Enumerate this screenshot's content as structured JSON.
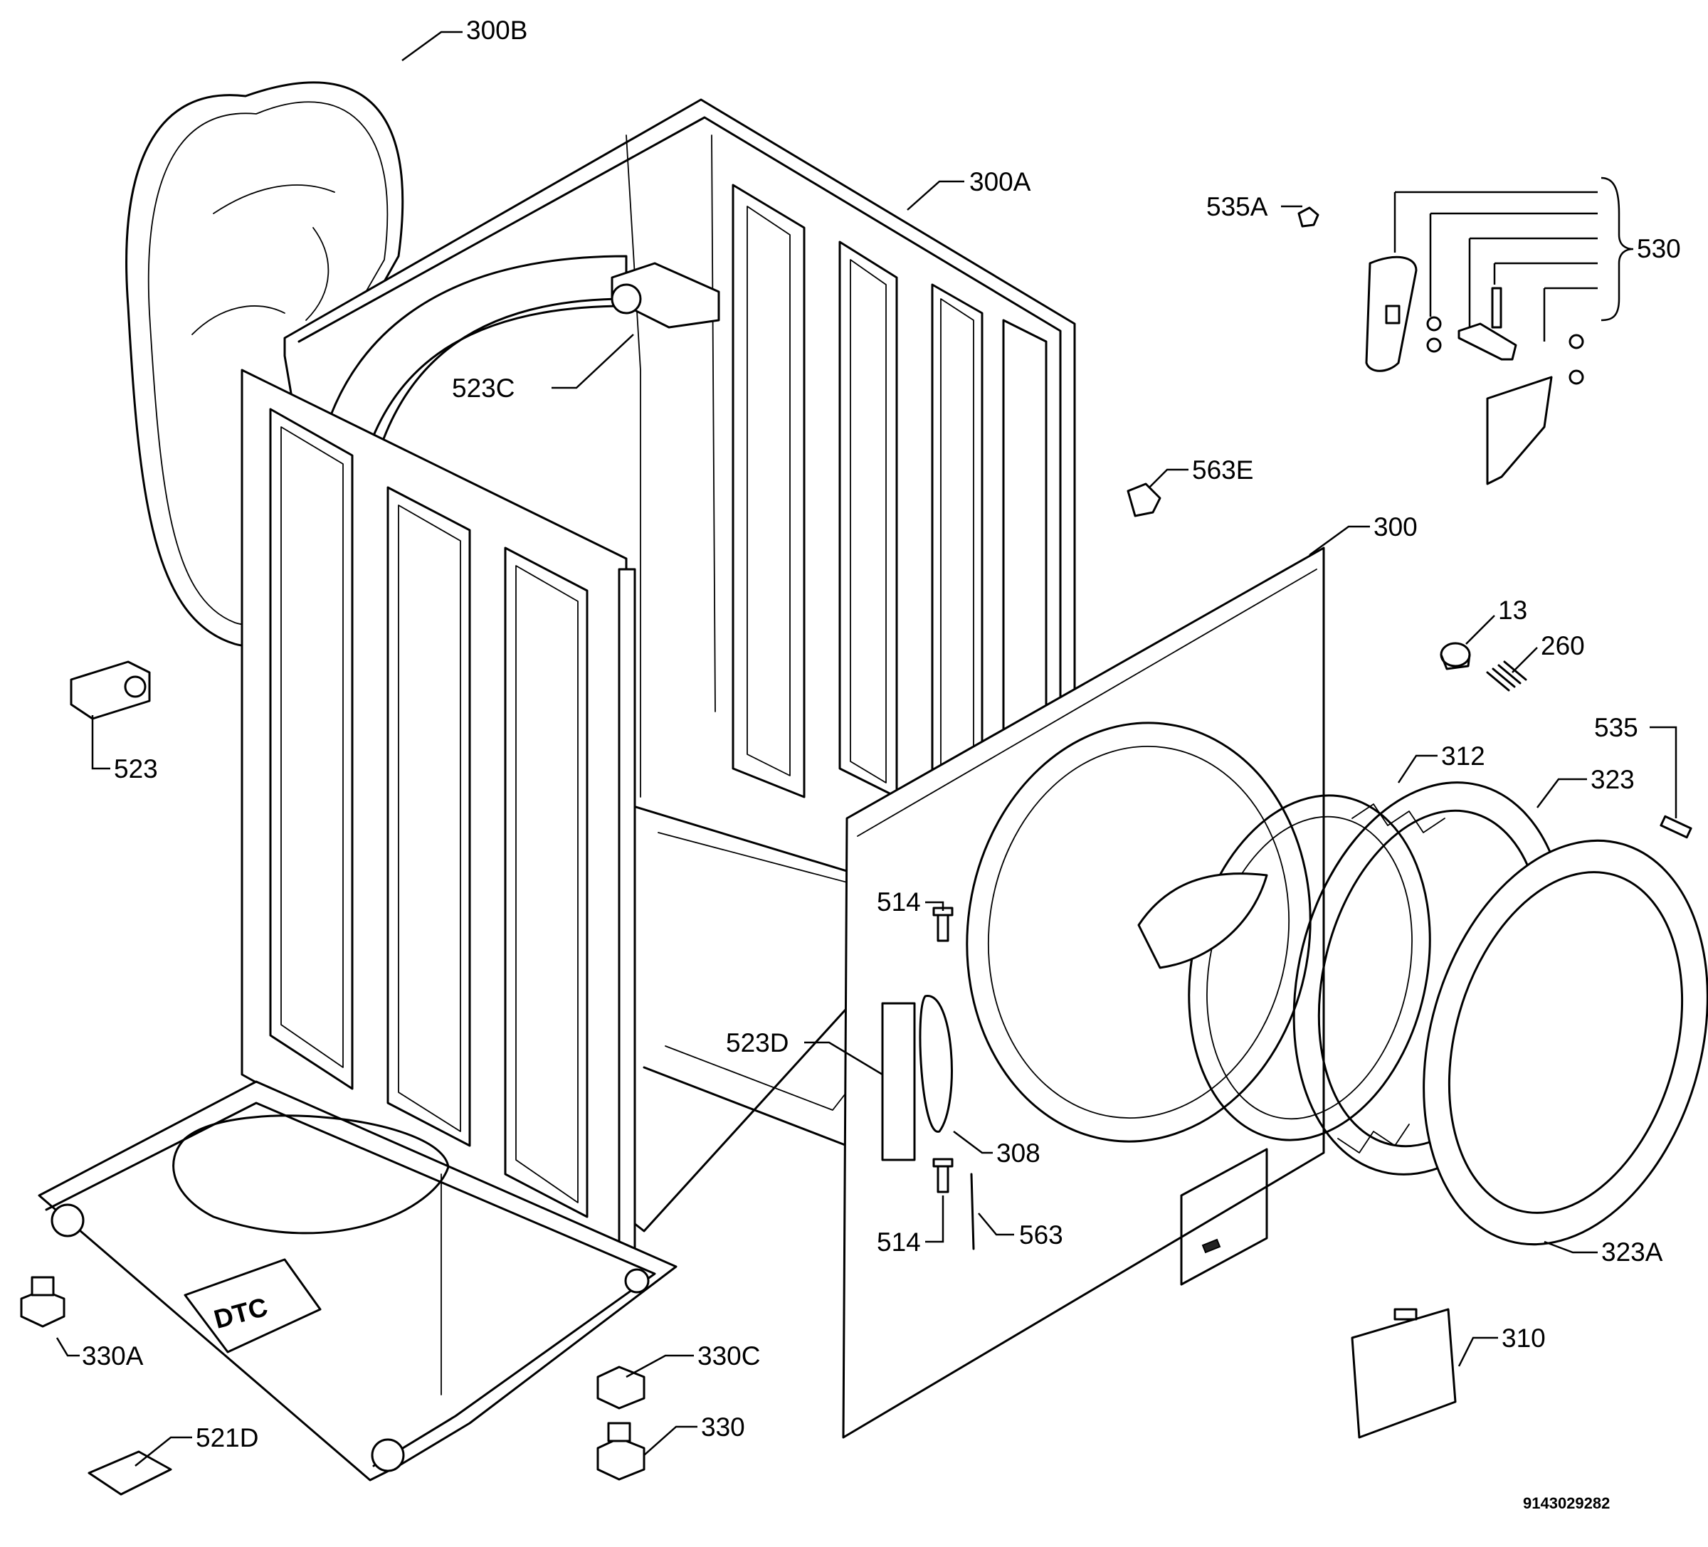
{
  "callouts": {
    "c300B": "300B",
    "c300A": "300A",
    "c535A": "535A",
    "c530": "530",
    "c523C": "523C",
    "c563E": "563E",
    "c300": "300",
    "c13": "13",
    "c260": "260",
    "c523": "523",
    "c535": "535",
    "c312": "312",
    "c323": "323",
    "c514a": "514",
    "c523D": "523D",
    "c308": "308",
    "c514b": "514",
    "c563": "563",
    "c323A": "323A",
    "c310": "310",
    "c330A": "330A",
    "c330C": "330C",
    "c330": "330",
    "c521D": "521D"
  },
  "document_number": "9143029282"
}
